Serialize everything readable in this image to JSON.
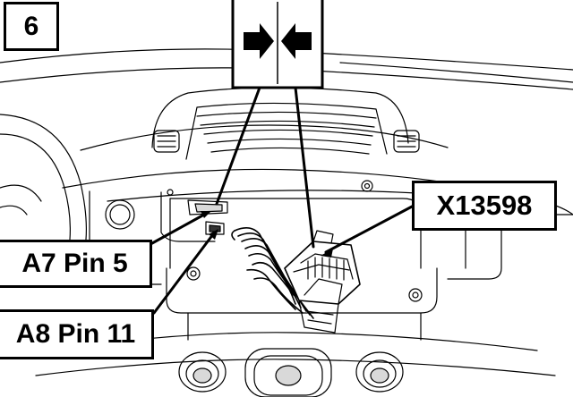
{
  "step": {
    "number": "6"
  },
  "callouts": {
    "a7_pin": "A7 Pin 5",
    "a8_pin": "A8 Pin 11",
    "connector": "X13598"
  },
  "icons": {
    "press_together": "press-together-arrows-icon"
  },
  "colors": {
    "line": "#000000",
    "background": "#ffffff",
    "shade": "#d9d9d9"
  }
}
